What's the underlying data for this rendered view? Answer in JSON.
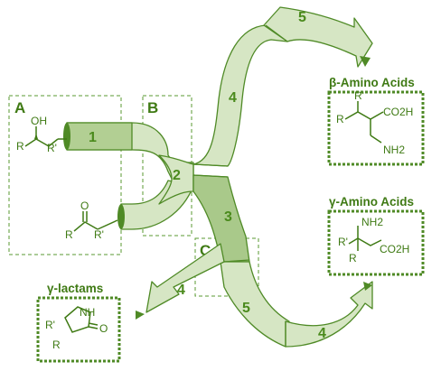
{
  "regions": {
    "a": "A",
    "b": "B",
    "c": "C"
  },
  "steps": {
    "s1": "1",
    "s2": "2",
    "s3": "3",
    "s4_top": "4",
    "s5_top": "5",
    "s4_left": "4",
    "s5_bottom": "5",
    "s4_bottom": "4"
  },
  "products": {
    "beta_amino_acids": "β-Amino Acids",
    "gamma_amino_acids": "γ-Amino Acids",
    "gamma_lactams": "γ-lactams"
  },
  "structures": {
    "alcohol": {
      "oh": "OH",
      "r": "R",
      "r_prime": "R'"
    },
    "ketone": {
      "o": "O",
      "r": "R",
      "r_prime": "R'"
    },
    "beta": {
      "r_prime": "R'",
      "r": "R",
      "co2h": "CO2H",
      "nh2": "NH2"
    },
    "gamma": {
      "nh2": "NH2",
      "r_prime": "R'",
      "r": "R",
      "co2h": "CO2H"
    },
    "lactam": {
      "nh": "NH",
      "o": "O",
      "r_prime": "R'",
      "r": "R"
    }
  },
  "colors": {
    "pipe_fill": "#d6e6c4",
    "pipe_dark": "#a9c98a",
    "stroke": "#4f8a26",
    "text": "#3f7a14"
  }
}
